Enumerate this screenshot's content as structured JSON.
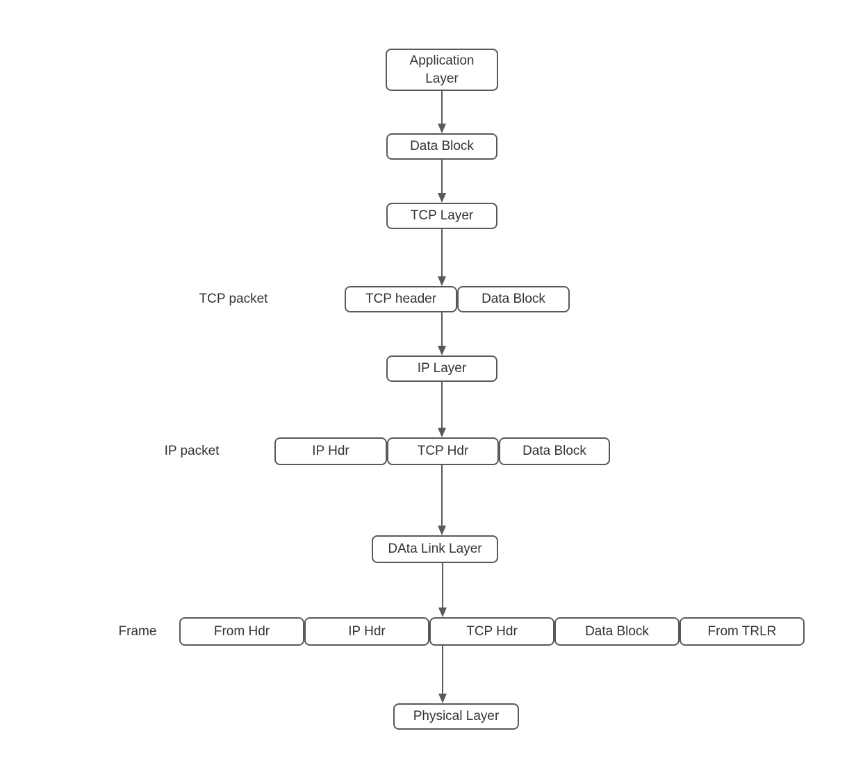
{
  "colors": {
    "border": "#595959",
    "text": "#333333",
    "arrow": "#595959",
    "background": "#ffffff"
  },
  "nodes": {
    "application_layer": "Application\nLayer",
    "data_block": "Data Block",
    "tcp_layer": "TCP Layer",
    "ip_layer": "IP Layer",
    "data_link_layer": "DAta Link Layer",
    "physical_layer": "Physical Layer"
  },
  "rows": {
    "tcp_packet": {
      "label": "TCP packet",
      "cells": [
        "TCP header",
        "Data Block"
      ]
    },
    "ip_packet": {
      "label": "IP packet",
      "cells": [
        "IP Hdr",
        "TCP Hdr",
        "Data Block"
      ]
    },
    "frame": {
      "label": "Frame",
      "cells": [
        "From Hdr",
        "IP Hdr",
        "TCP Hdr",
        "Data Block",
        "From TRLR"
      ]
    }
  }
}
